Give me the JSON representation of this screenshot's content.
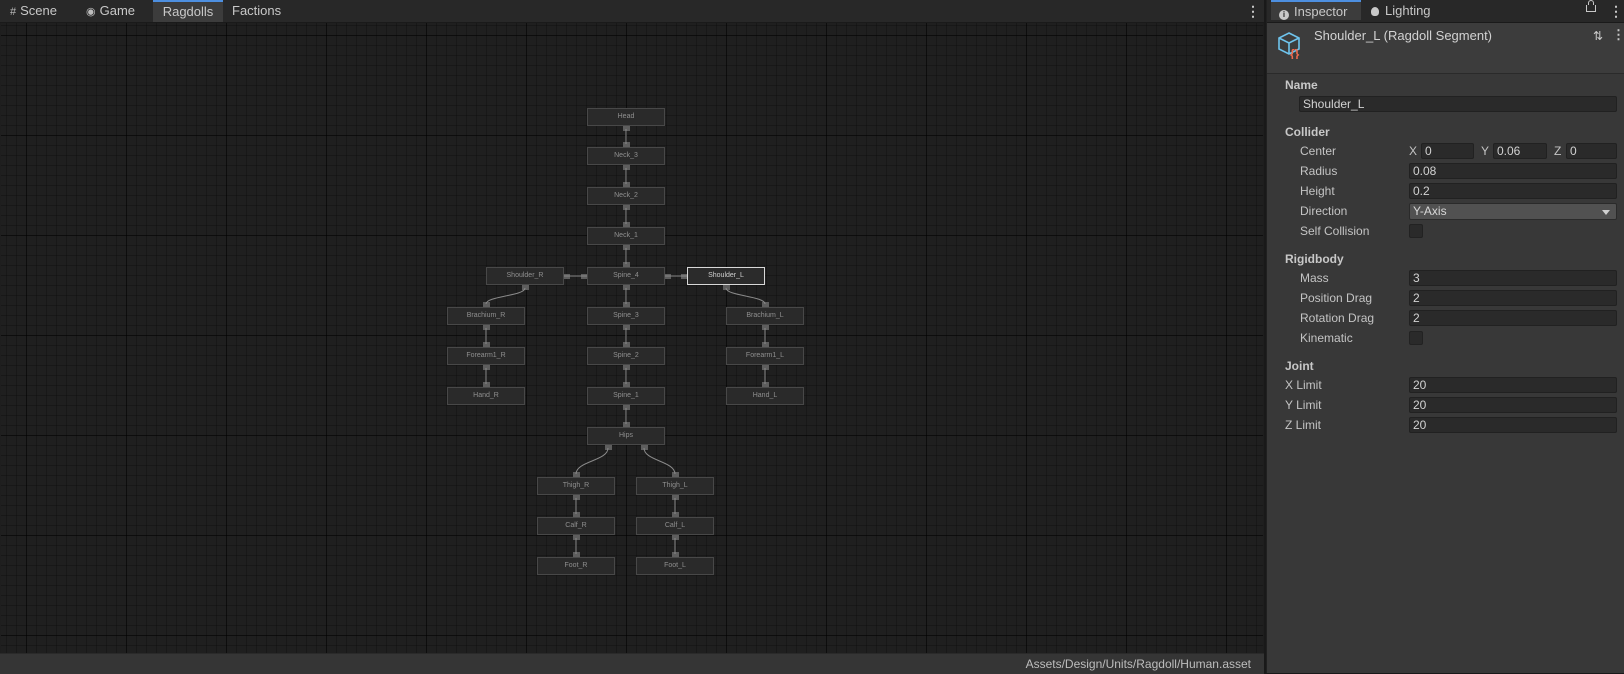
{
  "left_tabs": [
    {
      "label": "Scene",
      "icon": "grid-icon"
    },
    {
      "label": "Game",
      "icon": "gamepad-icon"
    },
    {
      "label": "Ragdolls",
      "icon": ""
    },
    {
      "label": "Factions",
      "icon": ""
    }
  ],
  "active_left_tab": "Ragdolls",
  "graph": {
    "selected": "Shoulder_L",
    "nodes": [
      {
        "id": "Head",
        "label": "Head"
      },
      {
        "id": "Neck_3",
        "label": "Neck_3"
      },
      {
        "id": "Neck_2",
        "label": "Neck_2"
      },
      {
        "id": "Neck_1",
        "label": "Neck_1"
      },
      {
        "id": "Shoulder_R",
        "label": "Shoulder_R"
      },
      {
        "id": "Spine_4",
        "label": "Spine_4"
      },
      {
        "id": "Shoulder_L",
        "label": "Shoulder_L"
      },
      {
        "id": "Brachium_R",
        "label": "Brachium_R"
      },
      {
        "id": "Spine_3",
        "label": "Spine_3"
      },
      {
        "id": "Brachium_L",
        "label": "Brachium_L"
      },
      {
        "id": "Forearm1_R",
        "label": "Forearm1_R"
      },
      {
        "id": "Spine_2",
        "label": "Spine_2"
      },
      {
        "id": "Forearm1_L",
        "label": "Forearm1_L"
      },
      {
        "id": "Hand_R",
        "label": "Hand_R"
      },
      {
        "id": "Spine_1",
        "label": "Spine_1"
      },
      {
        "id": "Hand_L",
        "label": "Hand_L"
      },
      {
        "id": "Hips",
        "label": "Hips"
      },
      {
        "id": "Thigh_R",
        "label": "Thigh_R"
      },
      {
        "id": "Thigh_L",
        "label": "Thigh_L"
      },
      {
        "id": "Calf_R",
        "label": "Calf_R"
      },
      {
        "id": "Calf_L",
        "label": "Calf_L"
      },
      {
        "id": "Foot_R",
        "label": "Foot_R"
      },
      {
        "id": "Foot_L",
        "label": "Foot_L"
      }
    ],
    "edges": [
      [
        "Head",
        "Neck_3"
      ],
      [
        "Neck_3",
        "Neck_2"
      ],
      [
        "Neck_2",
        "Neck_1"
      ],
      [
        "Neck_1",
        "Spine_4"
      ],
      [
        "Spine_4",
        "Shoulder_R"
      ],
      [
        "Spine_4",
        "Shoulder_L"
      ],
      [
        "Spine_4",
        "Spine_3"
      ],
      [
        "Shoulder_R",
        "Brachium_R"
      ],
      [
        "Brachium_R",
        "Forearm1_R"
      ],
      [
        "Forearm1_R",
        "Hand_R"
      ],
      [
        "Shoulder_L",
        "Brachium_L"
      ],
      [
        "Brachium_L",
        "Forearm1_L"
      ],
      [
        "Forearm1_L",
        "Hand_L"
      ],
      [
        "Spine_3",
        "Spine_2"
      ],
      [
        "Spine_2",
        "Spine_1"
      ],
      [
        "Spine_1",
        "Hips"
      ],
      [
        "Hips",
        "Thigh_R"
      ],
      [
        "Hips",
        "Thigh_L"
      ],
      [
        "Thigh_R",
        "Calf_R"
      ],
      [
        "Calf_R",
        "Foot_R"
      ],
      [
        "Thigh_L",
        "Calf_L"
      ],
      [
        "Calf_L",
        "Foot_L"
      ]
    ]
  },
  "status_path": "Assets/Design/Units/Ragdoll/Human.asset",
  "right_tabs": [
    {
      "label": "Inspector",
      "icon": "info-icon"
    },
    {
      "label": "Lighting",
      "icon": "lightbulb-icon"
    }
  ],
  "inspector": {
    "title": "Shoulder_L (Ragdoll Segment)",
    "name_section": "Name",
    "name_value": "Shoulder_L",
    "collider": {
      "title": "Collider",
      "center_label": "Center",
      "center_x": "0",
      "center_y": "0.06",
      "center_z": "0",
      "radius_label": "Radius",
      "radius": "0.08",
      "height_label": "Height",
      "height": "0.2",
      "direction_label": "Direction",
      "direction": "Y-Axis",
      "self_collision_label": "Self Collision",
      "self_collision": false
    },
    "rigidbody": {
      "title": "Rigidbody",
      "mass_label": "Mass",
      "mass": "3",
      "position_drag_label": "Position Drag",
      "position_drag": "2",
      "rotation_drag_label": "Rotation Drag",
      "rotation_drag": "2",
      "kinematic_label": "Kinematic",
      "kinematic": false
    },
    "joint": {
      "title": "Joint",
      "x_limit_label": "X Limit",
      "x_limit": "20",
      "y_limit_label": "Y Limit",
      "y_limit": "20",
      "z_limit_label": "Z Limit",
      "z_limit": "20"
    }
  },
  "axis_labels": [
    "X",
    "Y",
    "Z"
  ]
}
